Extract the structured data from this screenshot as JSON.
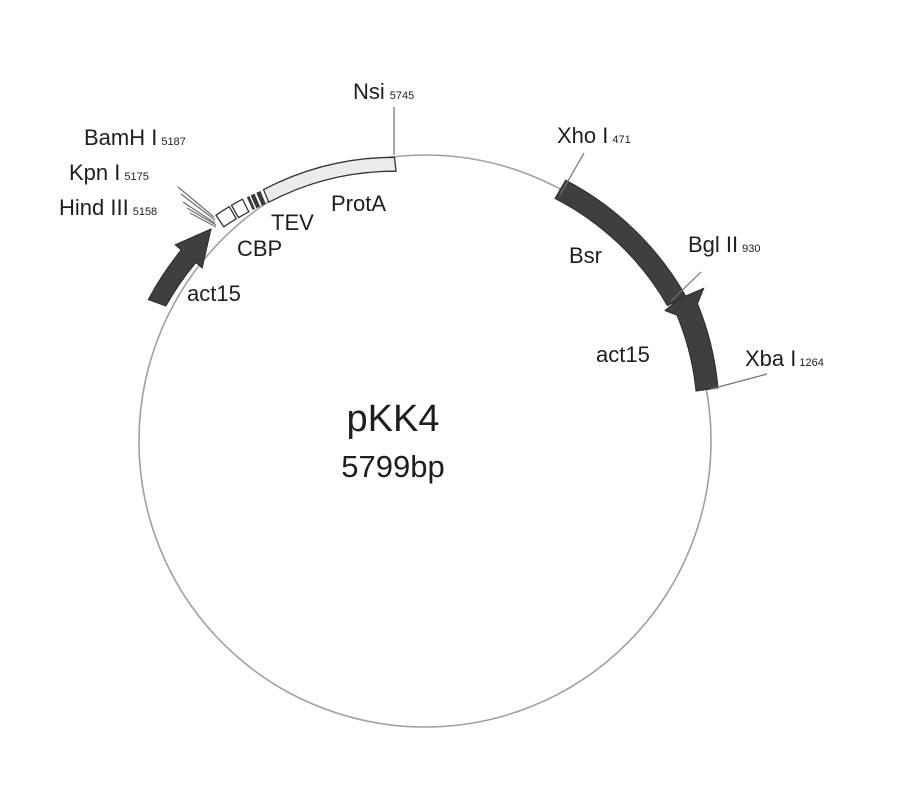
{
  "plasmid": {
    "name": "pKK4",
    "size": "5799bp"
  },
  "features": {
    "prota": "ProtA",
    "tev": "TEV",
    "cbp": "CBP",
    "act15_left": "act15",
    "bsr": "Bsr",
    "act15_right": "act15"
  },
  "sites": {
    "nsi": {
      "name": "Nsi",
      "position": "5745"
    },
    "bamhi": {
      "name": "BamH I",
      "position": "5187"
    },
    "kpni": {
      "name": "Kpn I",
      "position": "5175"
    },
    "hindiii": {
      "name": "Hind III",
      "position": "5158"
    },
    "xhoi": {
      "name": "Xho I",
      "position": "471"
    },
    "bglii": {
      "name": "Bgl II",
      "position": "930"
    },
    "xbai": {
      "name": "Xba I",
      "position": "1264"
    }
  },
  "colors": {
    "backbone": "#9a9a9a",
    "marker": "#3f3f3f",
    "prota_fill": "#ebebeb",
    "cbp_fill": "#ffffff",
    "outline": "#333333"
  }
}
